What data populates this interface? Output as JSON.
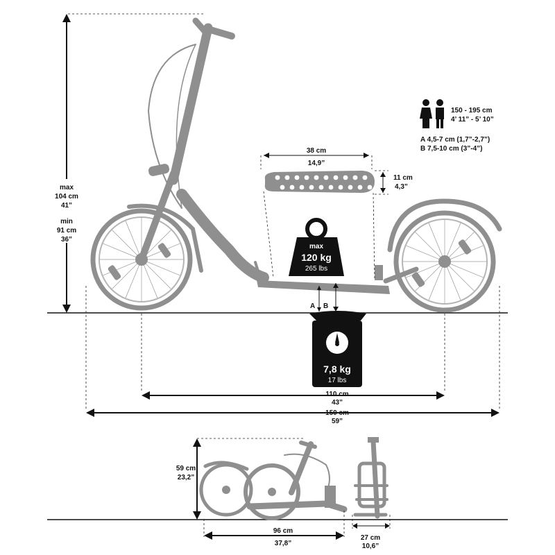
{
  "rider": {
    "icon": "rider-pair-icon",
    "height_cm": "150 - 195 cm",
    "height_in": "4’ 11” - 5’ 10”"
  },
  "ground_clearance": {
    "a": "A 4,5-7 cm (1,7”-2,7”)",
    "b": "B 7,5-10 cm (3”-4”)",
    "marker_a": "A",
    "marker_b": "B"
  },
  "handlebar_height": {
    "max_label": "max",
    "max_cm": "104 cm",
    "max_in": "41”",
    "min_label": "min",
    "min_cm": "91 cm",
    "min_in": "36”"
  },
  "deck": {
    "length_cm": "38 cm",
    "length_in": "14,9”",
    "width_cm": "11 cm",
    "width_in": "4,3”"
  },
  "max_load": {
    "icon": "weight-icon",
    "label": "max",
    "kg": "120 kg",
    "lbs": "265 lbs"
  },
  "scooter_weight": {
    "icon": "scale-icon",
    "kg": "7,8 kg",
    "lbs": "17 lbs"
  },
  "wheelbase": {
    "cm": "110 cm",
    "in": "43”"
  },
  "total_length": {
    "cm": "150 cm",
    "in": "59”"
  },
  "folded": {
    "height_cm": "59 cm",
    "height_in": "23,2”",
    "length_cm": "96 cm",
    "length_in": "37,8”",
    "width_cm": "27 cm",
    "width_in": "10,6”"
  },
  "colors": {
    "frame": "#8f8f8f",
    "ink": "#111111",
    "badge": "#111111"
  }
}
